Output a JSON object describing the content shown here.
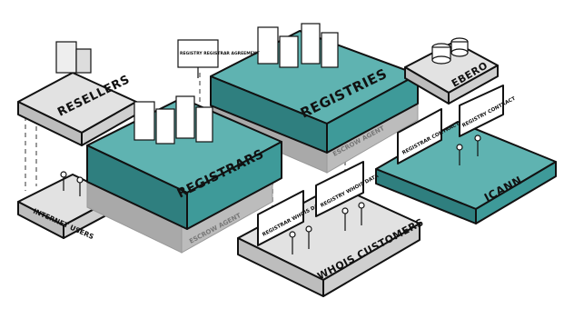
{
  "diagram": {
    "nodes": {
      "resellers": "RESELLERS",
      "registries": "REGISTRIES",
      "registrars": "REGISTRARS",
      "ebero": "EBERO",
      "icann": "ICANN",
      "internet_users": "INTERNET USERS",
      "whois_customers": "WHOIS CUSTOMERS",
      "escrow_agent_registries": "ESCROW AGENT",
      "escrow_agent_registrars": "ESCROW AGENT"
    },
    "signs": {
      "registry_registrar_agreement": "REGISTRY REGISTRAR AGREEMENT",
      "registrar_contract": "REGISTRAR CONTRACT",
      "registry_contract": "REGISTRY CONTRACT",
      "registrar_whois_data": "REGISTRAR WHOIS DATA",
      "registry_whois_data": "REGISTRY WHOIS DATA"
    },
    "colors": {
      "teal": "#3e9a99",
      "teal_dark": "#2f7f7f",
      "gray": "#d9d9d9",
      "gray_dark": "#bdbdbd"
    }
  }
}
